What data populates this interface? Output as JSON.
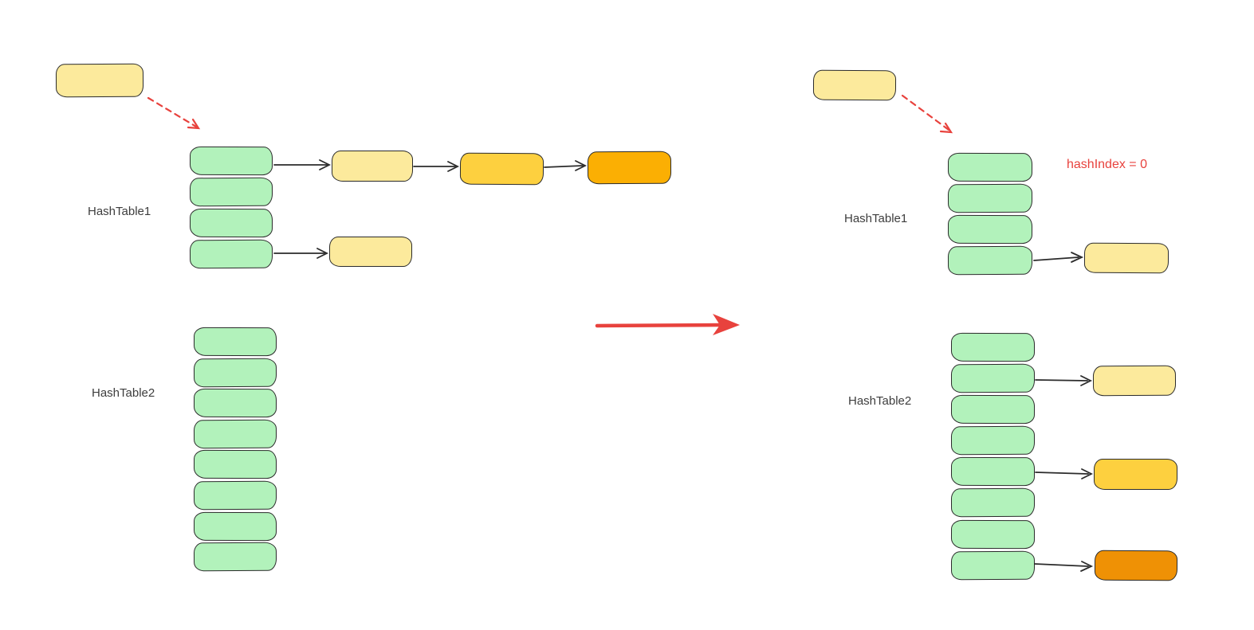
{
  "diagram": {
    "colors": {
      "background": "#ffffff",
      "stroke": "#2b2b2b",
      "bucket_green": "#b2f2bb",
      "node_yellow_light": "#fcea9c",
      "node_yellow": "#fdd03f",
      "node_orange": "#fbaf03",
      "node_orange_dark": "#ef9105",
      "accent_red": "#e8423d",
      "label_gray": "#3d3d3d"
    },
    "before": {
      "hashtable1": {
        "label": "HashTable1",
        "bucket_count": 4
      },
      "hashtable2": {
        "label": "HashTable2",
        "bucket_count": 8
      }
    },
    "after": {
      "annotation": "hashIndex = 0",
      "hashtable1": {
        "label": "HashTable1",
        "bucket_count": 4
      },
      "hashtable2": {
        "label": "HashTable2",
        "bucket_count": 8
      }
    }
  }
}
